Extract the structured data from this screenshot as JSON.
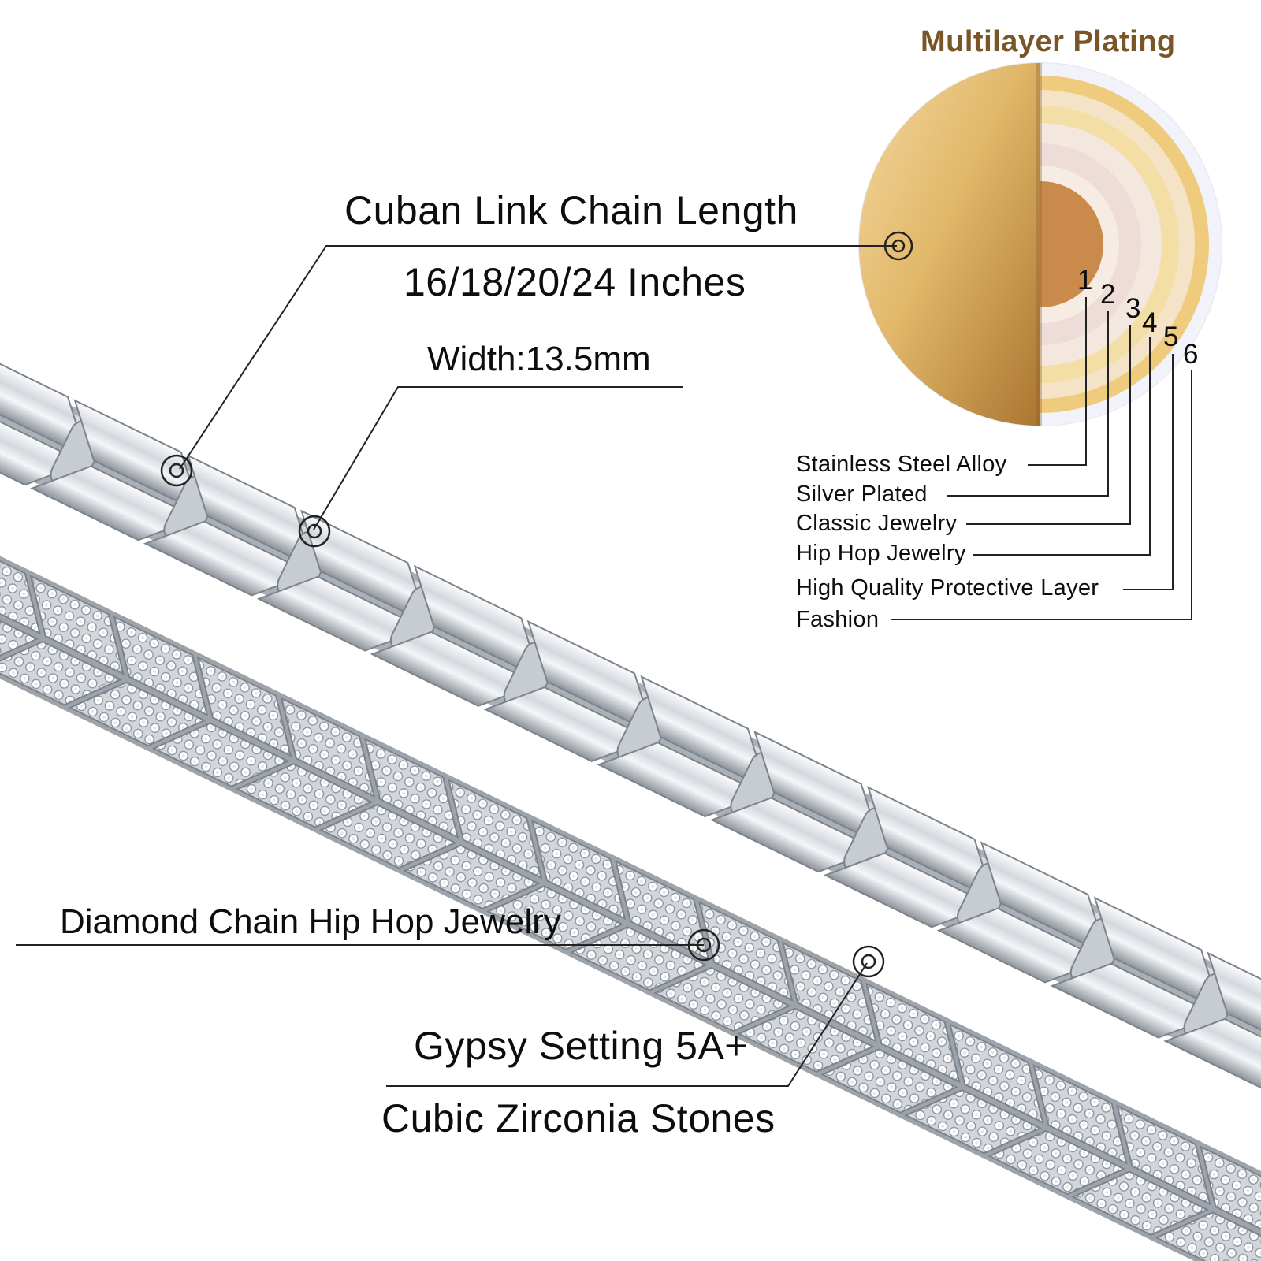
{
  "heading": "Multilayer Plating",
  "chain_length": {
    "title": "Cuban Link Chain Length",
    "sizes": "16/18/20/24 Inches"
  },
  "width": "Width:13.5mm",
  "diamond_chain": "Diamond Chain Hip Hop Jewelry",
  "setting": {
    "line1": "Gypsy Setting 5A+",
    "line2": "Cubic Zirconia Stones"
  },
  "layers": [
    {
      "number": "1",
      "label": "Stainless Steel Alloy"
    },
    {
      "number": "2",
      "label": "Silver Plated"
    },
    {
      "number": "3",
      "label": "Classic Jewelry"
    },
    {
      "number": "4",
      "label": "Hip Hop Jewelry"
    },
    {
      "number": "5",
      "label": "High Quality Protective Layer"
    },
    {
      "number": "6",
      "label": "Fashion"
    }
  ],
  "colors": {
    "heading": "#7a5528",
    "gold": "#e9b862",
    "core": "#c98a4c",
    "silver": "#d9dde3",
    "line": "#222222"
  }
}
